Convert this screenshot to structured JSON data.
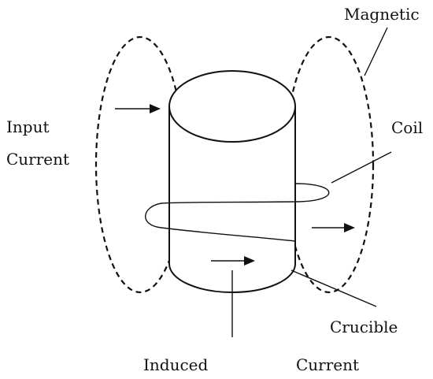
{
  "labels": {
    "magnetic": "Magnetic",
    "input": "Input",
    "current_left": "Current",
    "coil": "Coil",
    "crucible": "Crucible",
    "induced": "Induced",
    "current_bottom": "Current"
  },
  "colors": {
    "stroke": "#111111",
    "background": "#ffffff"
  }
}
